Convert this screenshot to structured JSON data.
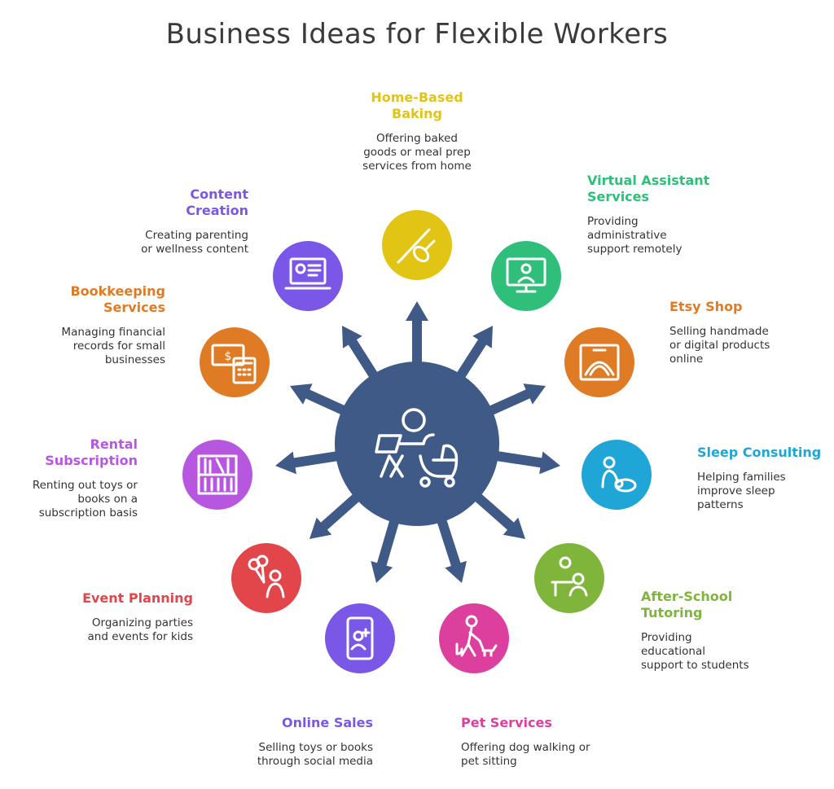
{
  "title": "Business Ideas for Flexible Workers",
  "colors": {
    "hub": "#3f5a86",
    "arrows": "#3f5a86",
    "baking": "#e2c514",
    "virtual": "#2fbf7a",
    "etsy": "#e07b25",
    "sleep": "#1fa6d6",
    "tutoring": "#7fb53a",
    "pet": "#dd3f9f",
    "online": "#7a57e6",
    "event": "#e2454a",
    "rental": "#b757e0",
    "bookkeeping": "#e07b25",
    "content": "#7a57e6"
  },
  "ideas": {
    "baking": {
      "heading": "Home-Based\nBaking",
      "desc": "Offering baked\ngoods or meal prep\nservices from home",
      "icon": "rolling-pin-whisk-icon"
    },
    "virtual": {
      "heading": "Virtual Assistant\nServices",
      "desc": "Providing\nadministrative\nsupport remotely",
      "icon": "video-call-monitor-icon"
    },
    "etsy": {
      "heading": "Etsy Shop",
      "desc": "Selling handmade\nor digital products\nonline",
      "icon": "shop-window-icon"
    },
    "sleep": {
      "heading": "Sleep Consulting",
      "desc": "Helping families\nimprove sleep\npatterns",
      "icon": "parent-sleeping-baby-icon"
    },
    "tutoring": {
      "heading": "After-School\nTutoring",
      "desc": "Providing\neducational\nsupport to students",
      "icon": "tutor-student-icon"
    },
    "pet": {
      "heading": "Pet Services",
      "desc": "Offering dog walking or\npet sitting",
      "icon": "dog-walker-icon"
    },
    "online": {
      "heading": "Online Sales",
      "desc": "Selling toys or books\nthrough social media",
      "icon": "phone-user-add-icon"
    },
    "event": {
      "heading": "Event Planning",
      "desc": "Organizing parties\nand events for kids",
      "icon": "balloons-child-icon"
    },
    "rental": {
      "heading": "Rental\nSubscription",
      "desc": "Renting out toys or\nbooks on a\nsubscription basis",
      "icon": "bookshelf-icon"
    },
    "bookkeeping": {
      "heading": "Bookkeeping\nServices",
      "desc": "Managing financial\nrecords for small\nbusinesses",
      "icon": "cash-calculator-icon"
    },
    "content": {
      "heading": "Content\nCreation",
      "desc": "Creating parenting\nor wellness content",
      "icon": "laptop-gear-icon"
    }
  },
  "hub_icon": "parent-laptop-stroller-icon"
}
